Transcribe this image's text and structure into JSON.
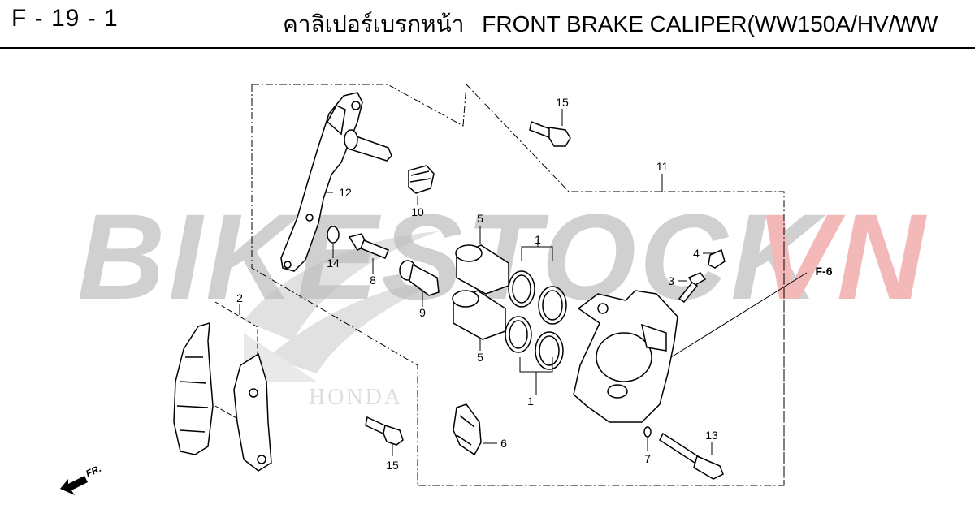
{
  "header": {
    "page_code": "F - 19 - 1",
    "title_thai": "คาลิเปอร์เบรกหน้า",
    "title_english": "FRONT BRAKE CALIPER(WW150A/HV/WW"
  },
  "watermark": {
    "text_dark": "BIKESTOCK",
    "text_red": "VN",
    "logo_text": "HONDA",
    "color_dark": "#c8c8c8",
    "color_red": "#f2b8b8"
  },
  "callouts": {
    "c15a": "15",
    "c11": "11",
    "c12": "12",
    "c10": "10",
    "c5a": "5",
    "c1a": "1",
    "c4": "4",
    "cF6": "F-6",
    "c3": "3",
    "c14": "14",
    "c8": "8",
    "c9": "9",
    "c2": "2",
    "c5b": "5",
    "c1b": "1",
    "c6": "6",
    "c13": "13",
    "c7": "7",
    "c15b": "15"
  },
  "direction": {
    "label": "FR."
  }
}
